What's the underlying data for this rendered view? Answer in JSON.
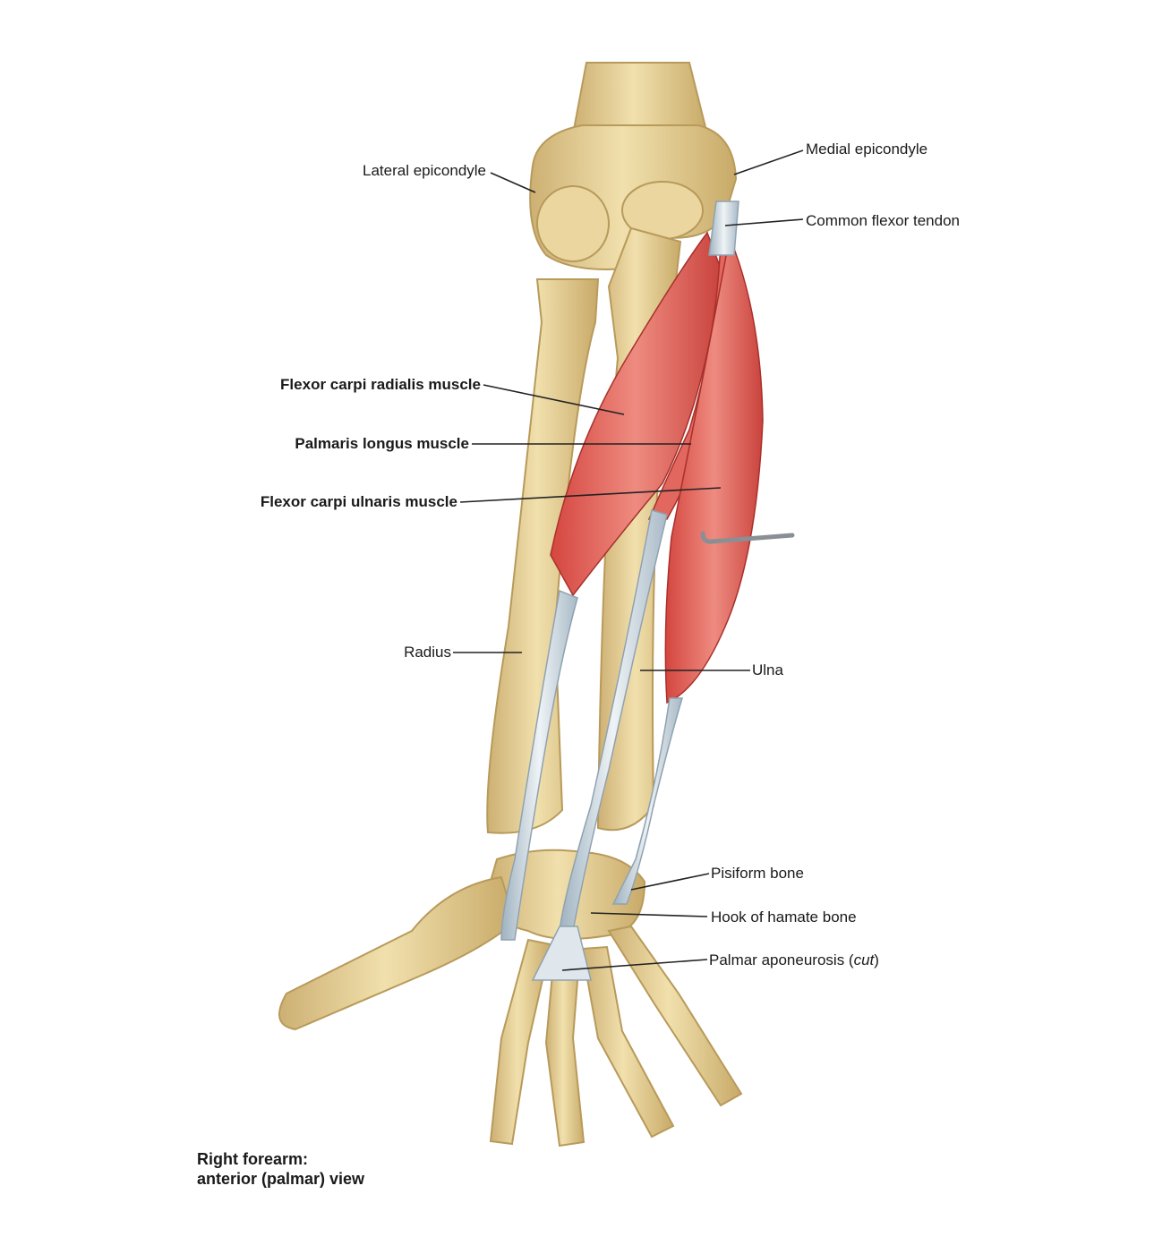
{
  "labels": {
    "lateral_epicondyle": "Lateral epicondyle",
    "medial_epicondyle": "Medial epicondyle",
    "common_flexor_tendon": "Common flexor tendon",
    "flexor_carpi_radialis": "Flexor carpi radialis muscle",
    "palmaris_longus": "Palmaris longus muscle",
    "flexor_carpi_ulnaris": "Flexor carpi ulnaris muscle",
    "radius": "Radius",
    "ulna": "Ulna",
    "pisiform_bone": "Pisiform bone",
    "hook_of_hamate": "Hook of hamate bone",
    "palmar_aponeurosis": "Palmar aponeurosis",
    "palmar_aponeurosis_note": "cut"
  },
  "caption": {
    "line1": "Right forearm:",
    "line2": "anterior (palmar) view"
  },
  "colors": {
    "bone": "#e8d39a",
    "bone_shadow": "#c9ae6b",
    "muscle": "#d9534f",
    "muscle_light": "#ec8a80",
    "tendon": "#c9d5de",
    "leader": "#222222"
  }
}
